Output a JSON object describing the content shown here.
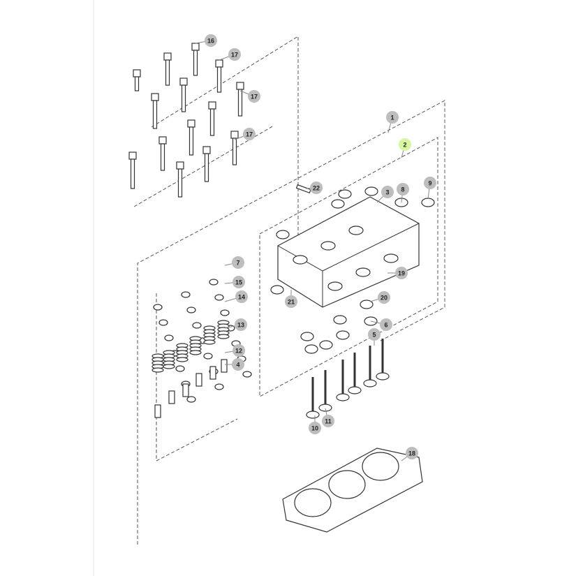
{
  "diagram": {
    "title": "Cylinder head assembly exploded view",
    "callouts": [
      {
        "label": "16",
        "highlight": false
      },
      {
        "label": "17",
        "highlight": false
      },
      {
        "label": "17",
        "highlight": false
      },
      {
        "label": "17",
        "highlight": false
      },
      {
        "label": "1",
        "highlight": false
      },
      {
        "label": "2",
        "highlight": true
      },
      {
        "label": "22",
        "highlight": false
      },
      {
        "label": "3",
        "highlight": false
      },
      {
        "label": "8",
        "highlight": false
      },
      {
        "label": "9",
        "highlight": false
      },
      {
        "label": "7",
        "highlight": false
      },
      {
        "label": "15",
        "highlight": false
      },
      {
        "label": "14",
        "highlight": false
      },
      {
        "label": "13",
        "highlight": false
      },
      {
        "label": "12",
        "highlight": false
      },
      {
        "label": "4",
        "highlight": false
      },
      {
        "label": "19",
        "highlight": false
      },
      {
        "label": "20",
        "highlight": false
      },
      {
        "label": "21",
        "highlight": false
      },
      {
        "label": "6",
        "highlight": false
      },
      {
        "label": "5",
        "highlight": false
      },
      {
        "label": "10",
        "highlight": false
      },
      {
        "label": "11",
        "highlight": false
      },
      {
        "label": "18",
        "highlight": false
      }
    ],
    "colors": {
      "badge": "#bdbdbd",
      "badge_highlight": "#d8f5a2",
      "line": "#555555"
    }
  }
}
